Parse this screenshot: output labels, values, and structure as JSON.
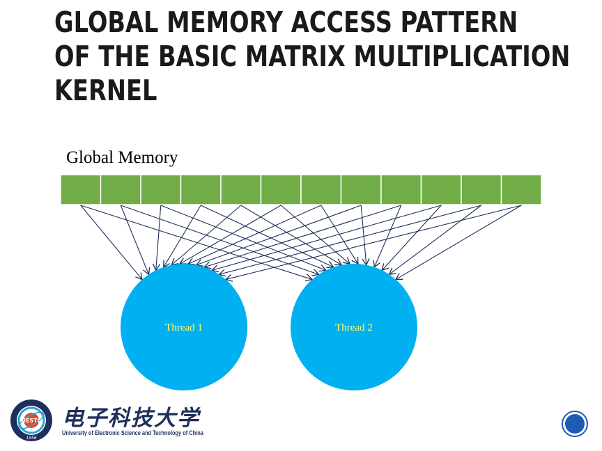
{
  "slide": {
    "title_lines": [
      "GLOBAL MEMORY ACCESS PATTERN",
      "OF THE BASIC MATRIX MULTIPLICATION",
      "KERNEL"
    ]
  },
  "diagram": {
    "memory_label": "Global Memory",
    "cell_count": 12,
    "cell_color": "#70ad47",
    "cell_border_color": "#ffffff",
    "arrow_color": "#1f2d5c",
    "thread_color": "#00b0f0",
    "thread_label_color": "#ffff66",
    "threads": [
      {
        "label": "Thread 1"
      },
      {
        "label": "Thread 2"
      }
    ]
  },
  "logo": {
    "chinese_name": "电子科技大学",
    "english_name": "University of Electronic Science and Technology of China",
    "emblem_text": "UESTC",
    "emblem_year": "1956",
    "colors": {
      "primary": "#1f2f5c",
      "ring": "#2aa3d8",
      "center": "#e04a2a"
    }
  },
  "nav": {
    "icon": "circle-button-icon",
    "color": "#1f5bb5"
  }
}
